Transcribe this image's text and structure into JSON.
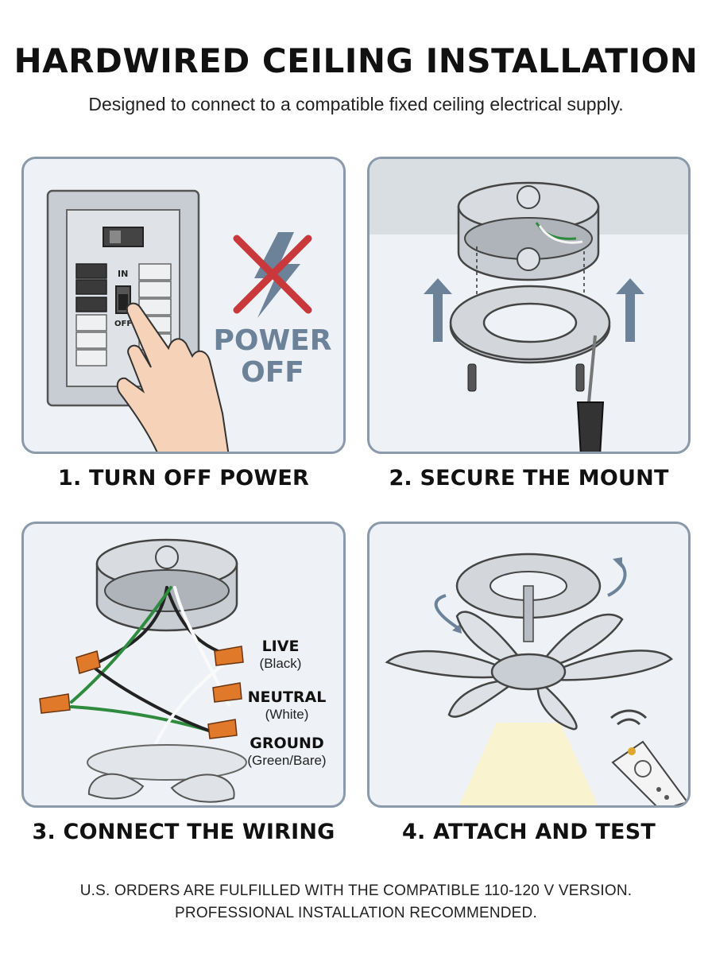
{
  "header": {
    "title": "HARDWIRED CEILING INSTALLATION",
    "subtitle": "Designed to connect to a compatible fixed ceiling electrical supply."
  },
  "steps": [
    {
      "caption": "1. TURN OFF POWER",
      "breaker_on": "IN",
      "breaker_off": "OFF",
      "power_line1": "POWER",
      "power_line2": "OFF"
    },
    {
      "caption": "2. SECURE THE MOUNT"
    },
    {
      "caption": "3. CONNECT THE WIRING",
      "wires": [
        {
          "name": "LIVE",
          "color": "(Black)"
        },
        {
          "name": "NEUTRAL",
          "color": "(White)"
        },
        {
          "name": "GROUND",
          "color": "(Green/Bare)"
        }
      ]
    },
    {
      "caption": "4. ATTACH AND TEST"
    }
  ],
  "footer": {
    "line1": "U.S. ORDERS ARE FULFILLED WITH THE COMPATIBLE 110-120 V VERSION.",
    "line2": "PROFESSIONAL INSTALLATION RECOMMENDED."
  },
  "colors": {
    "panel_border": "#8a9aaa",
    "panel_bg": "#eef1f5",
    "warning_red": "#c9383a",
    "power_blue": "#6b8299",
    "wire_nut_orange": "#e07a2a",
    "ground_green": "#2e8b3e"
  },
  "icons": [
    "breaker-panel-icon",
    "hand-icon",
    "no-power-icon",
    "junction-box-icon",
    "mounting-plate-icon",
    "screwdriver-icon",
    "wire-nut-icon",
    "ceiling-fan-icon",
    "remote-control-icon"
  ]
}
